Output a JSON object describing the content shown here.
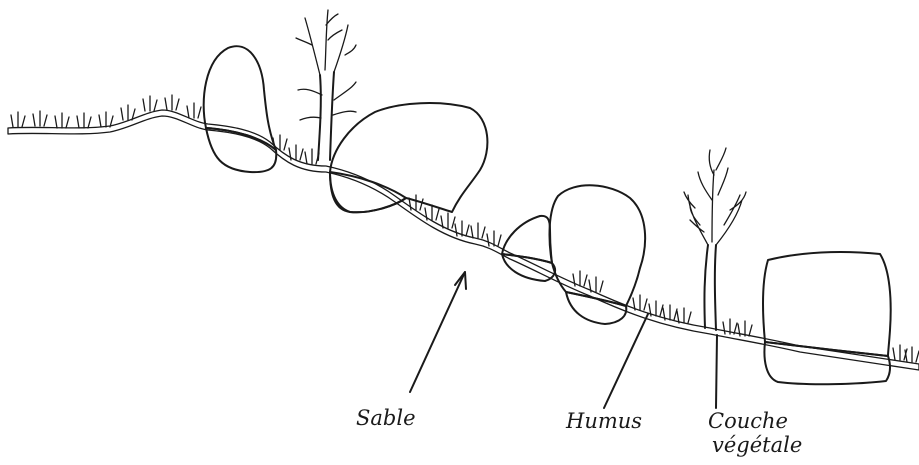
{
  "labels": {
    "sable": "Sable",
    "humus": "Humus",
    "couche_line1": "Couche",
    "couche_line2": "végétale"
  },
  "colors": {
    "ink": "#1a1a1a",
    "paper": "#ffffff"
  }
}
